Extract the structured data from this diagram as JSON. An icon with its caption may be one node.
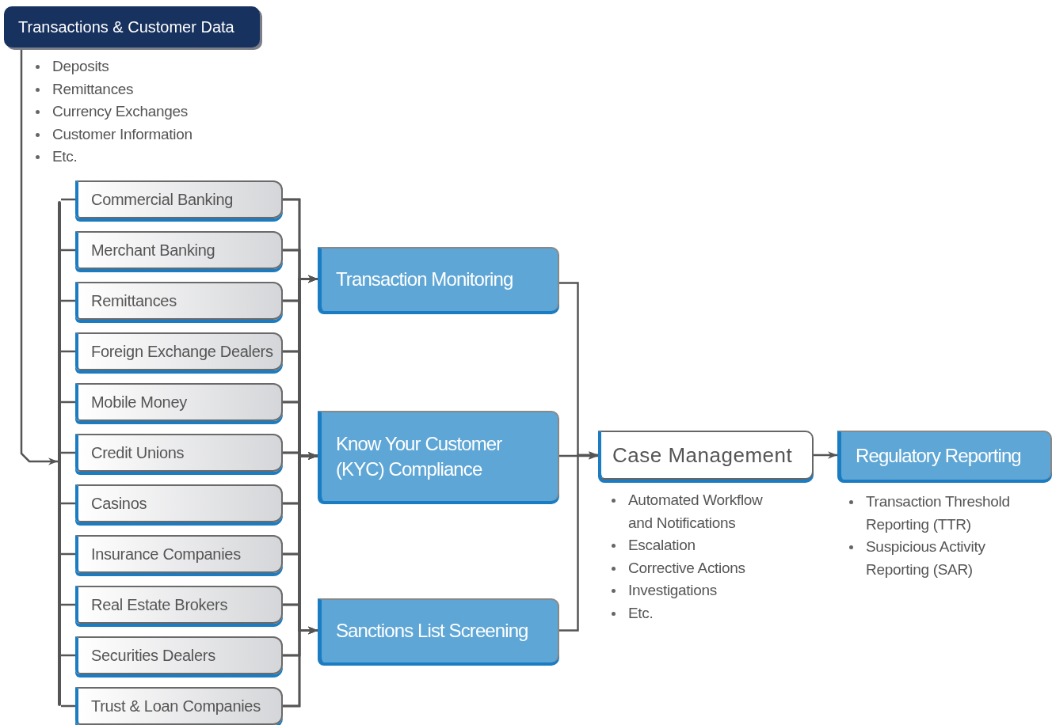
{
  "diagram": {
    "nodes": [
      {
        "text": [
          "Transactions & Customer Data"
        ],
        "beside": [
          "Deposits",
          "Remittances",
          "Currency Exchanges",
          "Customer Information",
          "Etc."
        ]
      },
      {
        "text": [
          "Commercial Banking"
        ]
      },
      {
        "text": [
          "Merchant Banking"
        ]
      },
      {
        "text": [
          "Remittances"
        ]
      },
      {
        "text": [
          "Foreign Exchange Dealers"
        ]
      },
      {
        "text": [
          "Mobile Money"
        ]
      },
      {
        "text": [
          "Credit Unions"
        ]
      },
      {
        "text": [
          "Casinos"
        ]
      },
      {
        "text": [
          "Insurance Companies"
        ]
      },
      {
        "text": [
          "Real  Estate Brokers"
        ]
      },
      {
        "text": [
          "Securities Dealers"
        ]
      },
      {
        "text": [
          "Trust & Loan Companies"
        ]
      },
      {
        "text": [
          "Transaction Monitoring"
        ]
      },
      {
        "text": [
          "Know Your Customer (KYC) Compliance"
        ]
      },
      {
        "text": [
          "Sanctions List Screening"
        ]
      },
      {
        "text": [
          "Case Management"
        ],
        "beside": [
          "Automated Workflow and Notifications",
          "Escalation",
          "Corrective Actions",
          "Investigations",
          "Etc."
        ]
      },
      {
        "text": [
          "Regulatory Reporting"
        ],
        "beside": [
          "Transaction Threshold Reporting (TTR)",
          "Suspicious Activity Reporting (SAR)"
        ]
      },
      {
        "text": [],
        "shape": "bar"
      }
    ],
    "edges": [
      {
        "from": 0,
        "to": 17,
        "arrow": "to"
      },
      {
        "from": 17,
        "to": 1,
        "arrow": "none"
      },
      {
        "from": 17,
        "to": 2,
        "arrow": "none"
      },
      {
        "from": 17,
        "to": 3,
        "arrow": "none"
      },
      {
        "from": 17,
        "to": 4,
        "arrow": "none"
      },
      {
        "from": 17,
        "to": 5,
        "arrow": "none"
      },
      {
        "from": 17,
        "to": 6,
        "arrow": "none"
      },
      {
        "from": 17,
        "to": 7,
        "arrow": "none"
      },
      {
        "from": 17,
        "to": 8,
        "arrow": "none"
      },
      {
        "from": 17,
        "to": 9,
        "arrow": "none"
      },
      {
        "from": 17,
        "to": 10,
        "arrow": "none"
      },
      {
        "from": 17,
        "to": 11,
        "arrow": "none"
      },
      {
        "from": 1,
        "to": 12,
        "arrow": "to"
      },
      {
        "from": 1,
        "to": 13,
        "arrow": "to"
      },
      {
        "from": 1,
        "to": 14,
        "arrow": "to"
      },
      {
        "from": 2,
        "to": 12,
        "arrow": "to"
      },
      {
        "from": 2,
        "to": 13,
        "arrow": "to"
      },
      {
        "from": 2,
        "to": 14,
        "arrow": "to"
      },
      {
        "from": 3,
        "to": 12,
        "arrow": "to"
      },
      {
        "from": 3,
        "to": 13,
        "arrow": "to"
      },
      {
        "from": 3,
        "to": 14,
        "arrow": "to"
      },
      {
        "from": 4,
        "to": 12,
        "arrow": "to"
      },
      {
        "from": 4,
        "to": 13,
        "arrow": "to"
      },
      {
        "from": 4,
        "to": 14,
        "arrow": "to"
      },
      {
        "from": 5,
        "to": 12,
        "arrow": "to"
      },
      {
        "from": 5,
        "to": 13,
        "arrow": "to"
      },
      {
        "from": 5,
        "to": 14,
        "arrow": "to"
      },
      {
        "from": 6,
        "to": 12,
        "arrow": "to"
      },
      {
        "from": 6,
        "to": 13,
        "arrow": "to"
      },
      {
        "from": 6,
        "to": 14,
        "arrow": "to"
      },
      {
        "from": 7,
        "to": 12,
        "arrow": "to"
      },
      {
        "from": 7,
        "to": 13,
        "arrow": "to"
      },
      {
        "from": 7,
        "to": 14,
        "arrow": "to"
      },
      {
        "from": 8,
        "to": 12,
        "arrow": "to"
      },
      {
        "from": 8,
        "to": 13,
        "arrow": "to"
      },
      {
        "from": 8,
        "to": 14,
        "arrow": "to"
      },
      {
        "from": 9,
        "to": 12,
        "arrow": "to"
      },
      {
        "from": 9,
        "to": 13,
        "arrow": "to"
      },
      {
        "from": 9,
        "to": 14,
        "arrow": "to"
      },
      {
        "from": 10,
        "to": 12,
        "arrow": "to"
      },
      {
        "from": 10,
        "to": 13,
        "arrow": "to"
      },
      {
        "from": 10,
        "to": 14,
        "arrow": "to"
      },
      {
        "from": 11,
        "to": 12,
        "arrow": "to"
      },
      {
        "from": 11,
        "to": 13,
        "arrow": "to"
      },
      {
        "from": 11,
        "to": 14,
        "arrow": "to"
      },
      {
        "from": 12,
        "to": 15,
        "arrow": "to"
      },
      {
        "from": 13,
        "to": 15,
        "arrow": "to"
      },
      {
        "from": 14,
        "to": 15,
        "arrow": "to"
      },
      {
        "from": 15,
        "to": 16,
        "arrow": "to"
      }
    ]
  }
}
